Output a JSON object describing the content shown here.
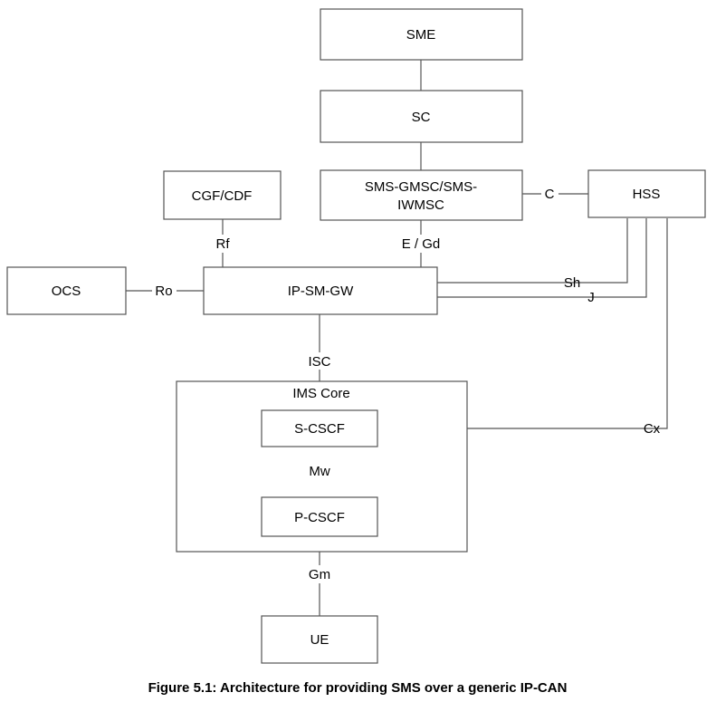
{
  "nodes": {
    "sme": "SME",
    "sc": "SC",
    "sms_gmsc_line1": "SMS-GMSC/SMS-",
    "sms_gmsc_line2": "IWMSC",
    "hss": "HSS",
    "cgf_cdf": "CGF/CDF",
    "ocs": "OCS",
    "ip_sm_gw": "IP-SM-GW",
    "ims_core": "IMS Core",
    "s_cscf": "S-CSCF",
    "p_cscf": "P-CSCF",
    "ue": "UE"
  },
  "interfaces": {
    "c": "C",
    "rf": "Rf",
    "e_gd": "E / Gd",
    "ro": "Ro",
    "sh": "Sh",
    "j": "J",
    "isc": "ISC",
    "cx": "Cx",
    "mw": "Mw",
    "gm": "Gm"
  },
  "caption": "Figure 5.1: Architecture for providing SMS over a generic IP-CAN"
}
